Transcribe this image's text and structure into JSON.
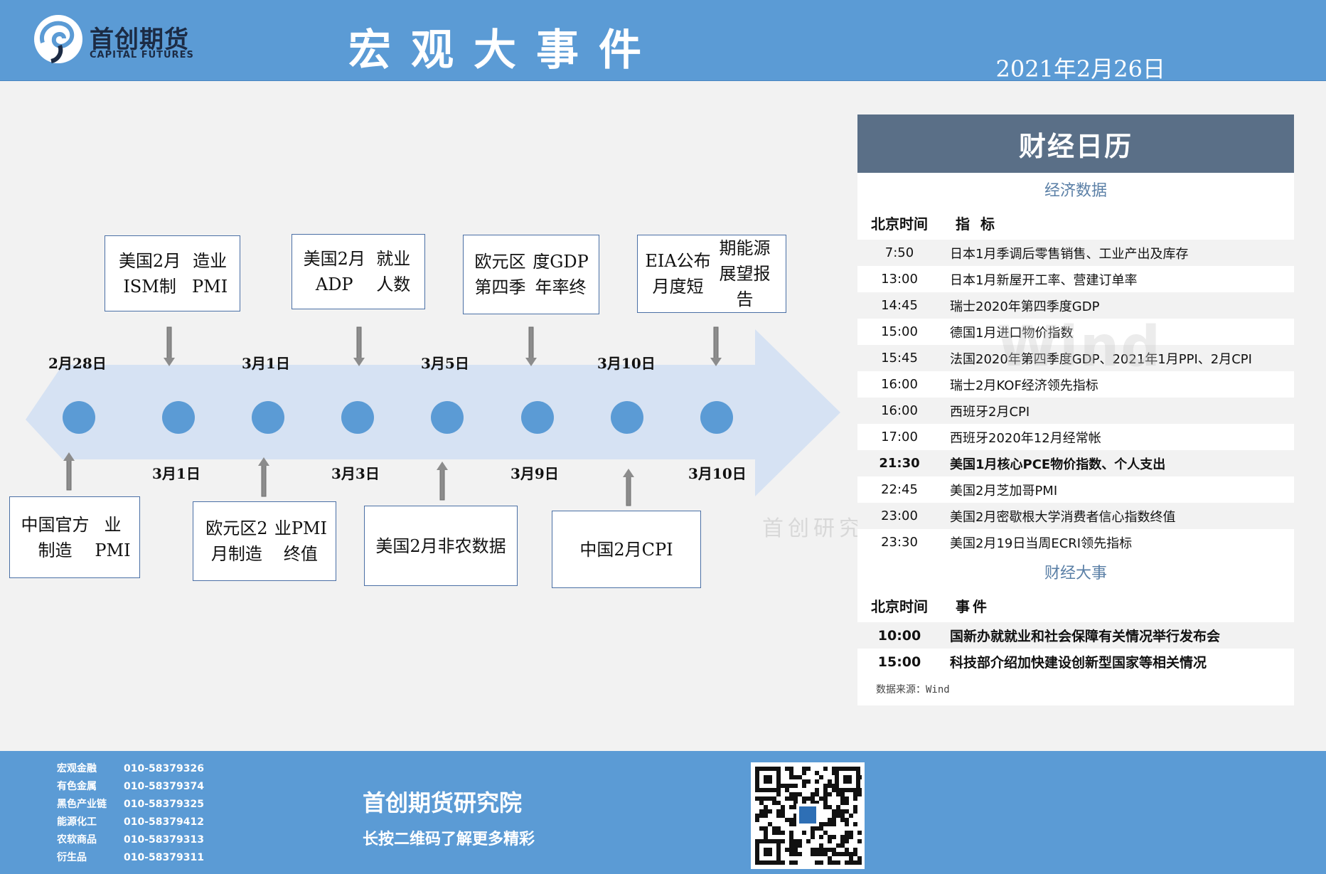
{
  "header": {
    "brand_cn": "首创期货",
    "brand_en": "CAPITAL FUTURES",
    "title": "宏观大事件",
    "date": "2021年2月26日"
  },
  "timeline": {
    "top_dates": [
      "2月28日",
      "3月1日",
      "3月5日",
      "3月10日"
    ],
    "bottom_dates": [
      "3月1日",
      "3月3日",
      "3月9日",
      "3月10日"
    ],
    "top_events": [
      [
        "美国2月ISM制",
        "造业PMI"
      ],
      [
        "美国2月ADP",
        "就业人数"
      ],
      [
        "欧元区第四季",
        "度GDP年率终"
      ],
      [
        "EIA公布月度短",
        "期能源展望报告"
      ]
    ],
    "bottom_events": [
      [
        "中国官方制造",
        "业PMI"
      ],
      [
        "欧元区2月制造",
        "业PMI终值"
      ],
      [
        "美国2月非农数",
        "据"
      ],
      [
        "中国2月CPI"
      ]
    ],
    "watermark": "首创研究"
  },
  "calendar": {
    "title": "财经日历",
    "econ_title": "经济数据",
    "col_time": "北京时间",
    "col_indicator": "指  标",
    "econ_rows": [
      {
        "time": "7:50",
        "desc": "日本1月季调后零售销售、工业产出及库存",
        "bold": false
      },
      {
        "time": "13:00",
        "desc": "日本1月新屋开工率、营建订单率",
        "bold": false
      },
      {
        "time": "14:45",
        "desc": "瑞士2020年第四季度GDP",
        "bold": false
      },
      {
        "time": "15:00",
        "desc": "德国1月进口物价指数",
        "bold": false
      },
      {
        "time": "15:45",
        "desc": "法国2020年第四季度GDP、2021年1月PPI、2月CPI",
        "bold": false
      },
      {
        "time": "16:00",
        "desc": "瑞士2月KOF经济领先指标",
        "bold": false
      },
      {
        "time": "16:00",
        "desc": "西班牙2月CPI",
        "bold": false
      },
      {
        "time": "17:00",
        "desc": "西班牙2020年12月经常帐",
        "bold": false
      },
      {
        "time": "21:30",
        "desc": "美国1月核心PCE物价指数、个人支出",
        "bold": true
      },
      {
        "time": "22:45",
        "desc": "美国2月芝加哥PMI",
        "bold": false
      },
      {
        "time": "23:00",
        "desc": "美国2月密歇根大学消费者信心指数终值",
        "bold": false
      },
      {
        "time": "23:30",
        "desc": "美国2月19日当周ECRI领先指标",
        "bold": false
      }
    ],
    "event_title": "财经大事",
    "col_event": "事件",
    "event_rows": [
      {
        "time": "10:00",
        "desc": "国新办就就业和社会保障有关情况举行发布会"
      },
      {
        "time": "15:00",
        "desc": "科技部介绍加快建设创新型国家等相关情况"
      }
    ],
    "source": "数据来源：Wind",
    "watermark": "Wind"
  },
  "footer": {
    "contacts": [
      {
        "name": "宏观金融",
        "phone": "010-58379326"
      },
      {
        "name": "有色金属",
        "phone": "010-58379374"
      },
      {
        "name": "黑色产业链",
        "phone": "010-58379325"
      },
      {
        "name": "能源化工",
        "phone": "010-58379412"
      },
      {
        "name": "农软商品",
        "phone": "010-58379313"
      },
      {
        "name": "衍生品",
        "phone": "010-58379311"
      }
    ],
    "institute": "首创期货研究院",
    "tagline": "长按二维码了解更多精彩"
  },
  "colors": {
    "header_blue": "#5b9bd5",
    "arrow_fill": "#d6e2f3",
    "node_blue": "#5b9bd5",
    "panel_head": "#5a6f87"
  }
}
